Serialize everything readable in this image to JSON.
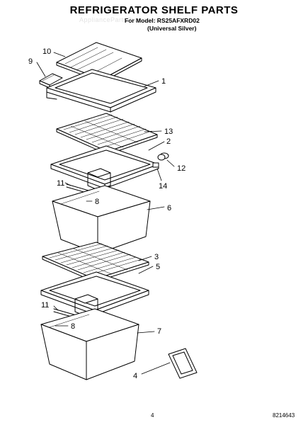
{
  "header": {
    "title": "REFRIGERATOR SHELF PARTS",
    "model_line": "For Model: RS25AFXRD02",
    "variant_line": "(Universal Silver)",
    "watermark": "AppliancePartsPros.com"
  },
  "callouts": {
    "c10": "10",
    "c9": "9",
    "c1": "1",
    "c13": "13",
    "c2": "2",
    "c12": "12",
    "c14": "14",
    "c11a": "11",
    "c8a": "8",
    "c6": "6",
    "c3": "3",
    "c5": "5",
    "c11b": "11",
    "c8b": "8",
    "c7": "7",
    "c4": "4"
  },
  "footer": {
    "page_number": "4",
    "document_number": "8214643"
  },
  "colors": {
    "line": "#000000",
    "background": "#ffffff"
  }
}
